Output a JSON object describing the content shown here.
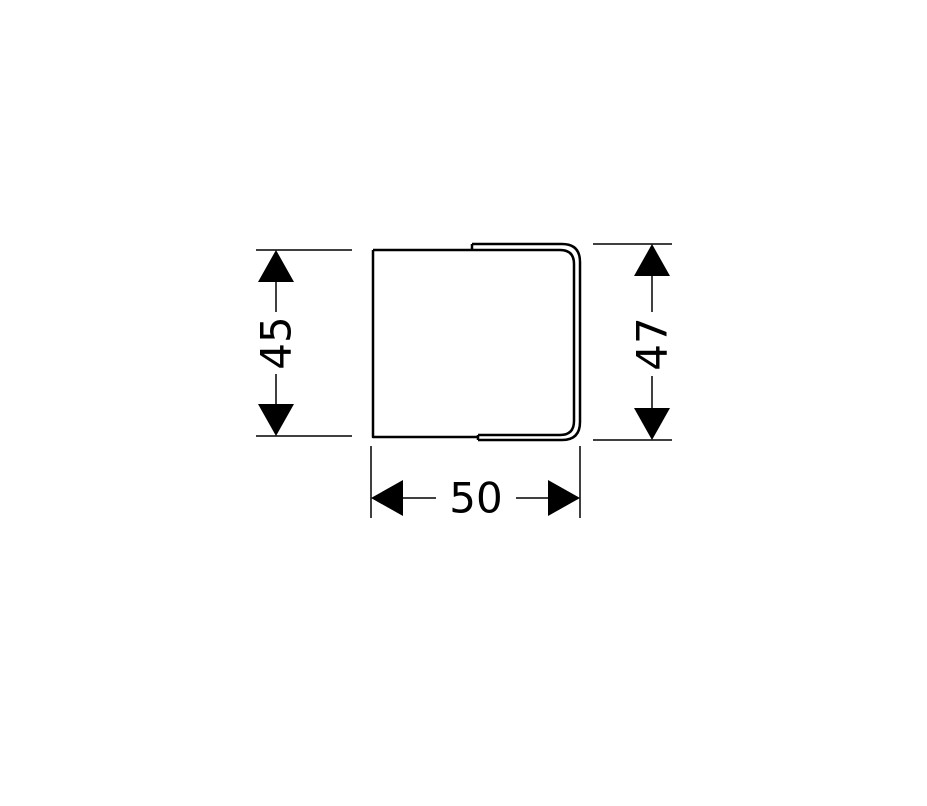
{
  "drawing": {
    "dimensions": {
      "left_height": "45",
      "right_height": "47",
      "width": "50"
    },
    "colors": {
      "background": "#ffffff",
      "line": "#000000"
    }
  }
}
